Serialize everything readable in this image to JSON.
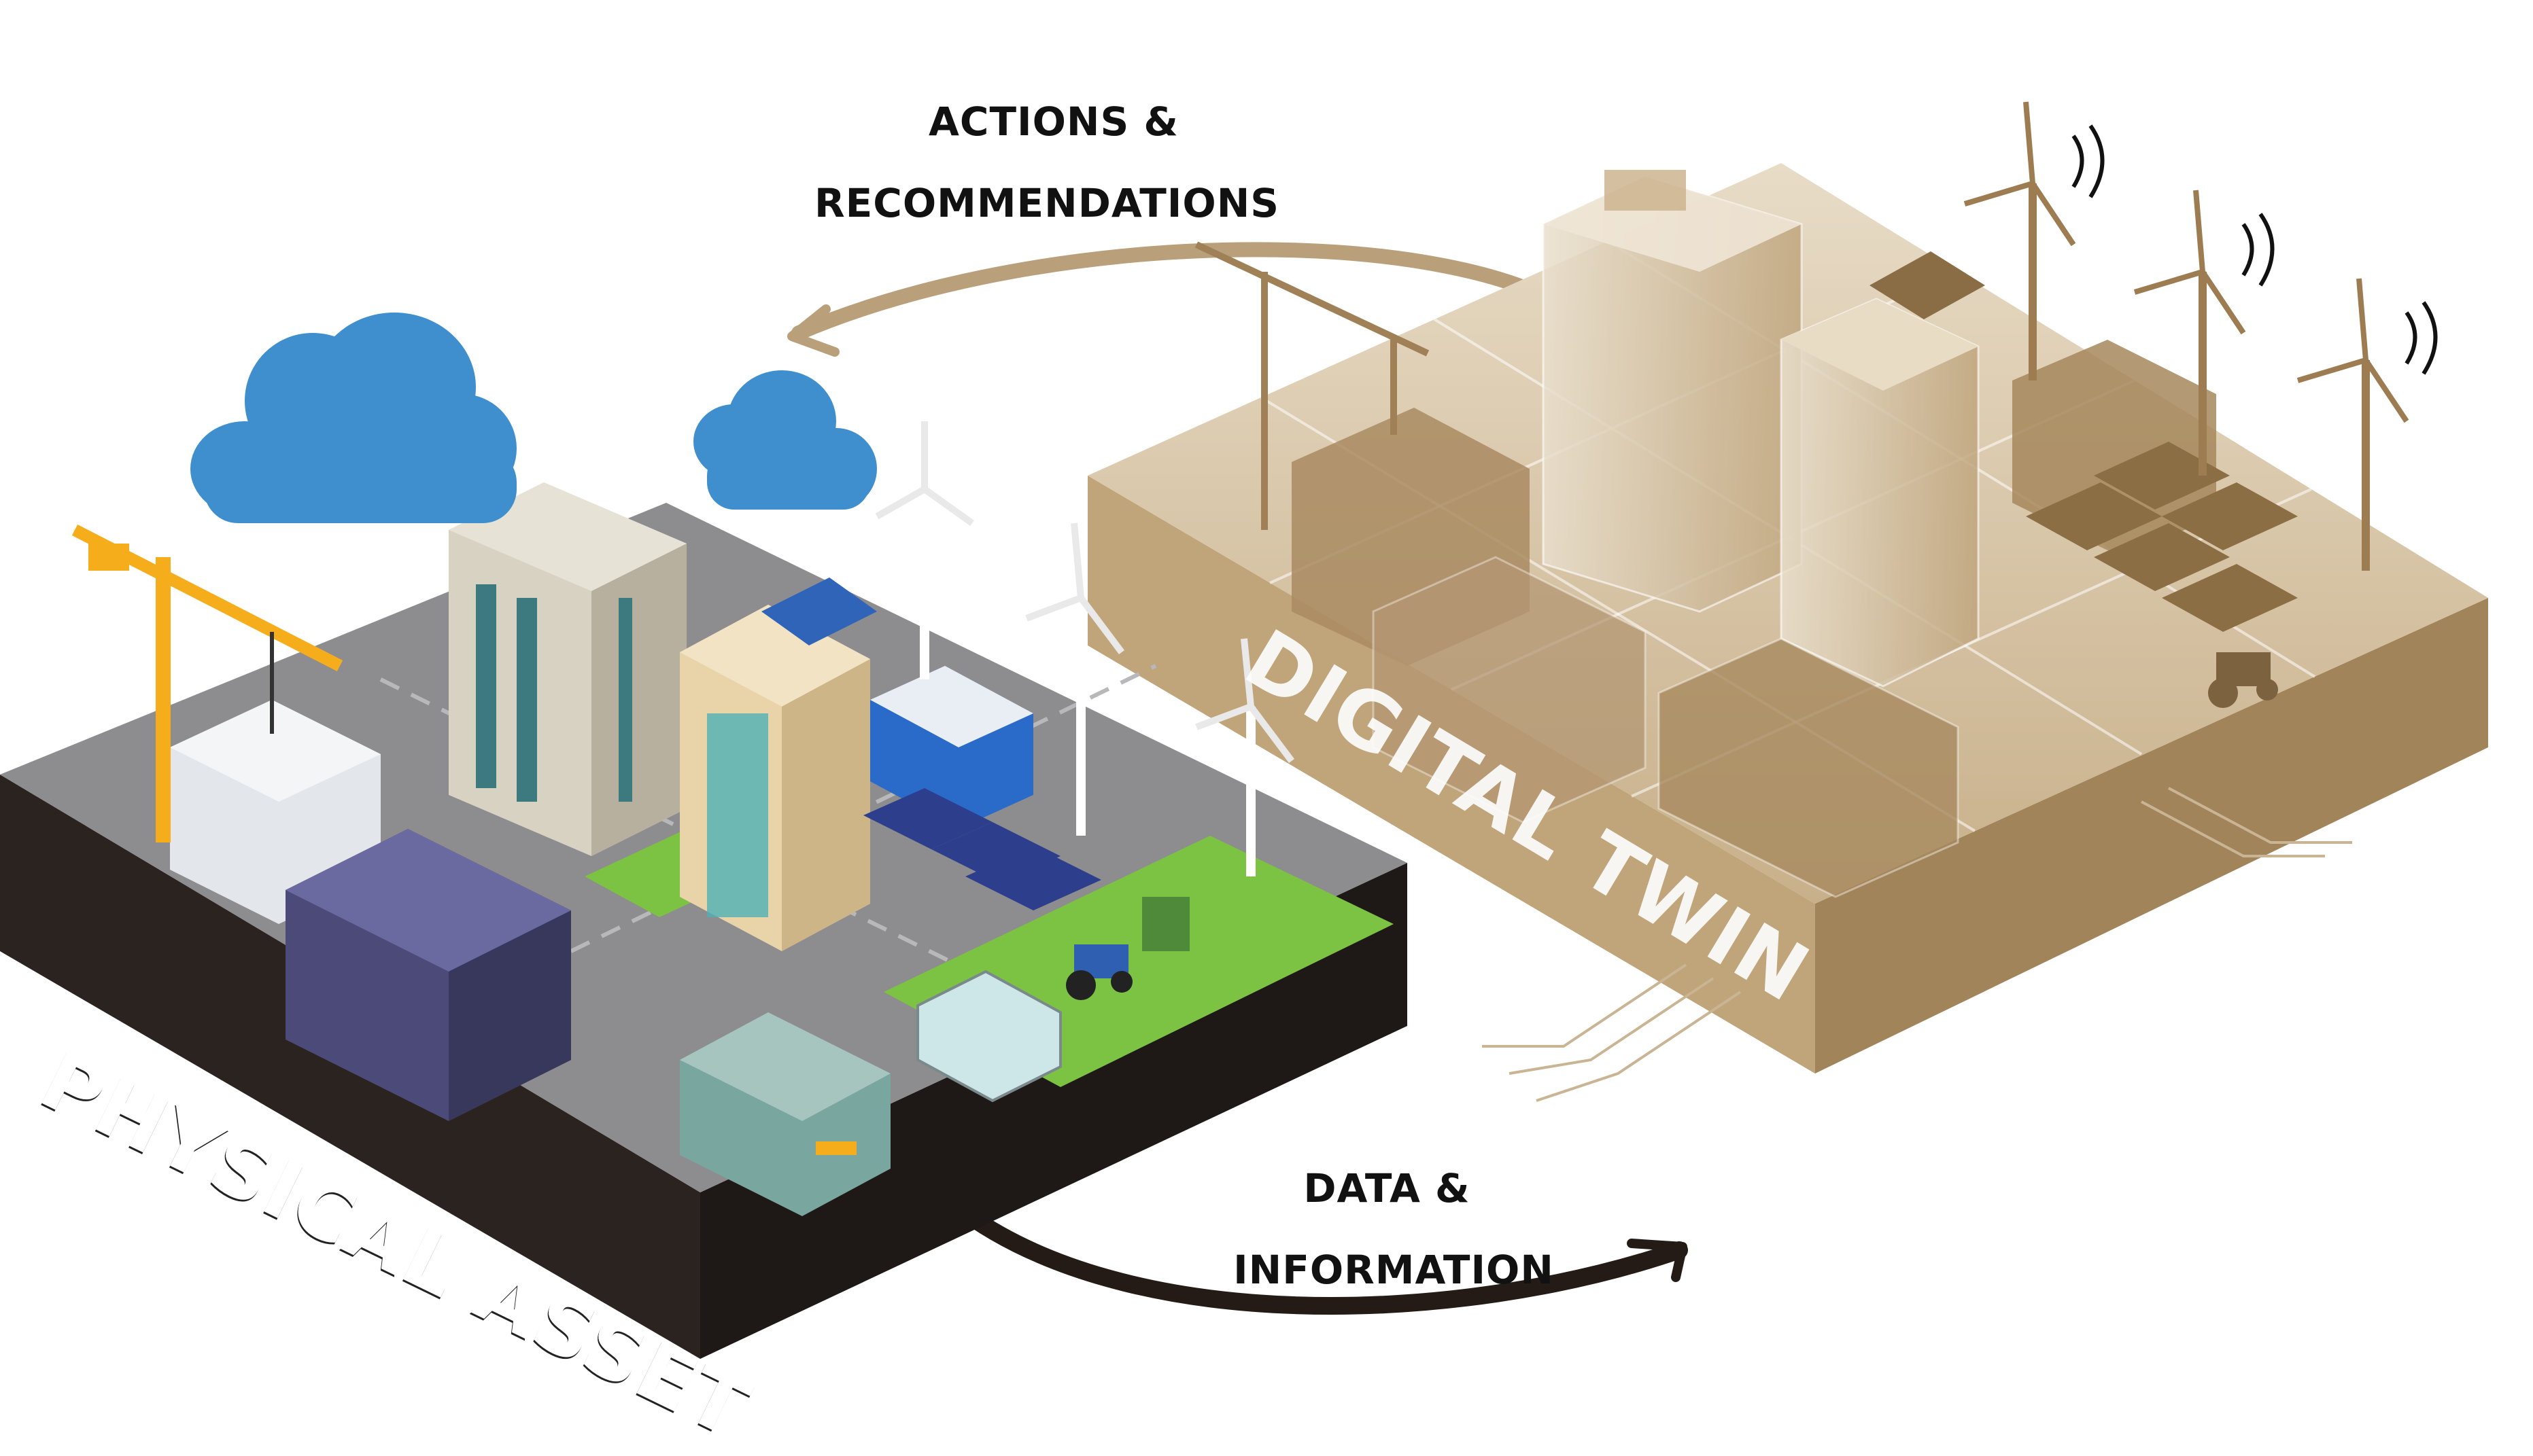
{
  "labels": {
    "actions_line1": "ACTIONS &",
    "actions_line2": "RECOMMENDATIONS",
    "data_line1": "DATA &",
    "data_line2": "INFORMATION",
    "physical_asset": "PHYSICAL ASSET",
    "digital_twin": "DIGITAL TWIN"
  },
  "colors": {
    "physical_ground": "#8d8d8f",
    "physical_side": "#2b2320",
    "physical_side_dark": "#1e1816",
    "grass": "#7cc243",
    "cloud": "#3f8fcf",
    "crane": "#f6ad1c",
    "twin_top": "#d6c4a7",
    "twin_side": "#a88a5e",
    "twin_building": "#b09470",
    "arrow_top": "#b9a07a",
    "arrow_bottom": "#241a16"
  },
  "icons": [
    "cloud-icon",
    "crane-icon",
    "wind-turbine-icon",
    "solar-panel-icon",
    "tractor-icon",
    "signal-icon"
  ]
}
